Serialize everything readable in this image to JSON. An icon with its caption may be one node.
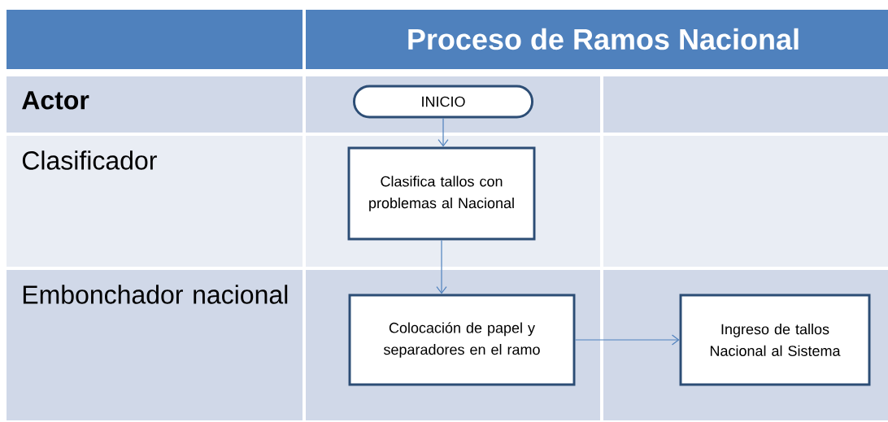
{
  "diagram": {
    "title": "Proceso de Ramos Nacional",
    "nodes": [
      {
        "text": [
          "INICIO"
        ]
      },
      {
        "text": [
          "Clasifica tallos con problemas al Nacional"
        ]
      },
      {
        "text": [
          "Colocación de papel y separadores en el ramo"
        ]
      },
      {
        "text": [
          "Ingreso de tallos Nacional  al Sistema"
        ]
      }
    ],
    "edges": [
      {
        "from": 0,
        "to": 1,
        "arrow": "to"
      },
      {
        "from": 1,
        "to": 2,
        "arrow": "to"
      },
      {
        "from": 2,
        "to": 3,
        "arrow": "to"
      }
    ],
    "labels": [
      "Actor",
      "Clasificador",
      "Embonchador nacional"
    ]
  }
}
